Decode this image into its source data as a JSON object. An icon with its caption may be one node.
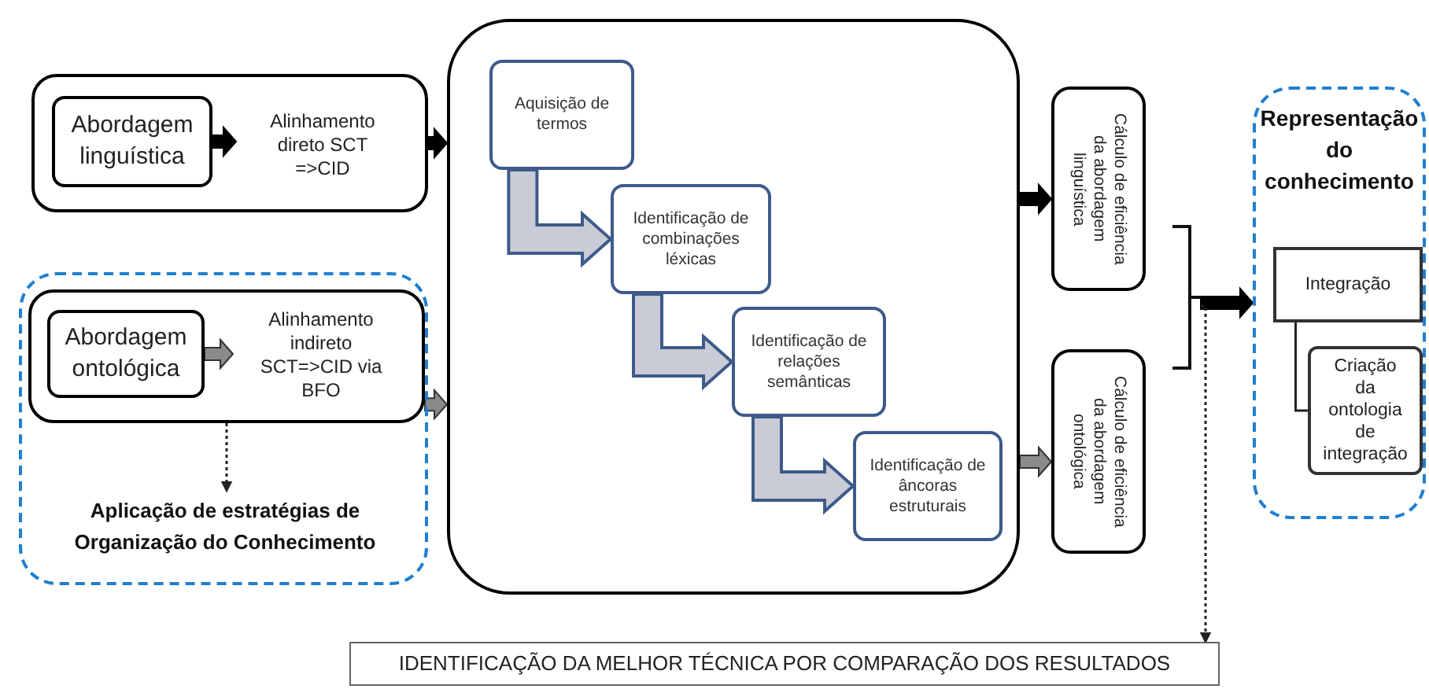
{
  "diagram": {
    "nodes": [
      {
        "text": [],
        "shape": "box"
      },
      {
        "text": [
          "Abordagem linguística"
        ],
        "in": 0
      },
      {
        "text": [
          "Alinhamento direto SCT =>CID"
        ],
        "in": 0
      },
      {
        "text": [],
        "shape": "box"
      },
      {
        "text": [],
        "shape": "box",
        "in": 3
      },
      {
        "text": [
          "Abordagem ontológica"
        ],
        "in": 4
      },
      {
        "text": [
          "Alinhamento indireto SCT=>CID via BFO"
        ],
        "in": 4
      },
      {
        "text": [
          "Aplicação de estratégias de Organização do Conhecimento"
        ],
        "in": 3
      },
      {
        "text": [],
        "shape": "box"
      },
      {
        "text": [
          "Aquisição de termos"
        ],
        "in": 8
      },
      {
        "text": [
          "Identificação de combinações léxicas"
        ],
        "in": 8
      },
      {
        "text": [
          "Identificação de relações semânticas"
        ],
        "in": 8
      },
      {
        "text": [
          "Identificação de âncoras estruturais"
        ],
        "in": 8
      },
      {
        "text": [
          "Cálculo de eficiência da abordagem linguística"
        ]
      },
      {
        "text": [
          "Cálculo de eficiência da abordagem ontológica"
        ]
      },
      {
        "text": [
          "Representação do conhecimento"
        ]
      },
      {
        "text": [
          "Integração"
        ],
        "in": 15
      },
      {
        "text": [
          "Criação da ontologia de integração"
        ],
        "in": 15
      },
      {
        "text": [
          "IDENTIFICAÇÃO DA MELHOR TÉCNICA POR COMPARAÇÃO DOS RESULTADOS"
        ]
      },
      {
        "text": [],
        "shape": "bracket"
      }
    ],
    "edges": [
      {
        "from": 1,
        "to": 2,
        "arrow": "to",
        "style": "thick"
      },
      {
        "from": 0,
        "to": 8,
        "arrow": "to",
        "style": "thick"
      },
      {
        "from": 5,
        "to": 6,
        "arrow": "to",
        "style": "thick",
        "color": "#8a8a8a"
      },
      {
        "from": 4,
        "to": 8,
        "arrow": "to",
        "style": "thick",
        "color": "#8a8a8a"
      },
      {
        "from": 4,
        "to": 7,
        "arrow": "to",
        "style": "dashed"
      },
      {
        "from": 9,
        "to": 10,
        "arrow": "to",
        "style": "thick",
        "color": "#c9ccd6"
      },
      {
        "from": 10,
        "to": 11,
        "arrow": "to",
        "style": "thick",
        "color": "#c9ccd6"
      },
      {
        "from": 11,
        "to": 12,
        "arrow": "to",
        "style": "thick",
        "color": "#c9ccd6"
      },
      {
        "from": 8,
        "to": 13,
        "arrow": "to",
        "style": "thick"
      },
      {
        "from": 8,
        "to": 14,
        "arrow": "to",
        "style": "thick",
        "color": "#8a8a8a"
      },
      {
        "from": 19,
        "to": 15,
        "arrow": "to",
        "style": "thick"
      },
      {
        "from": 19,
        "to": 18,
        "arrow": "to",
        "style": "dashed"
      },
      {
        "from": 16,
        "to": 17,
        "arrow": "none"
      }
    ]
  }
}
